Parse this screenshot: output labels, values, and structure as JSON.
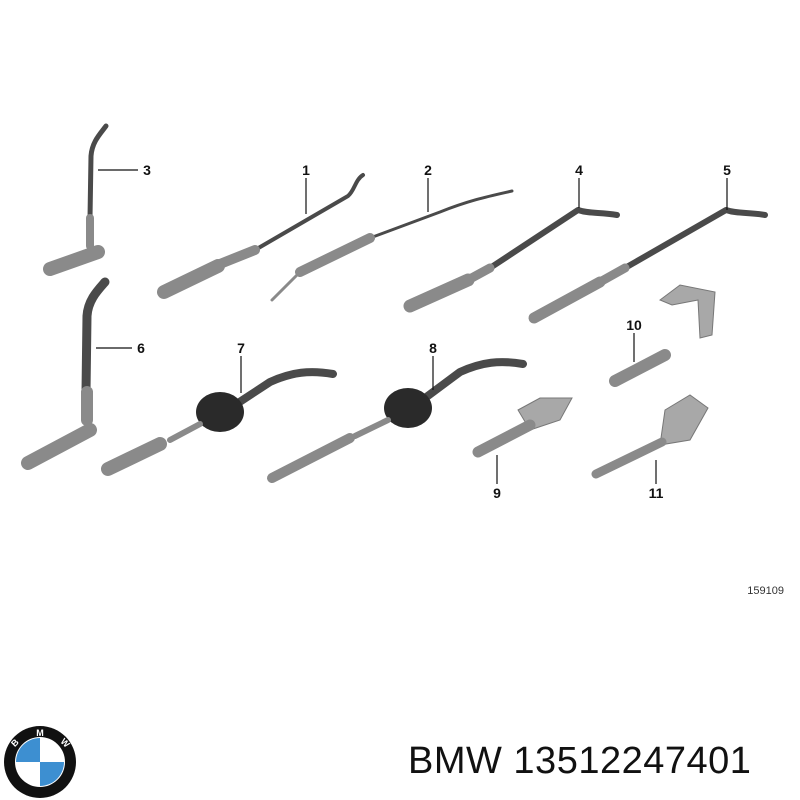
{
  "diagram": {
    "callouts": [
      "1",
      "2",
      "3",
      "4",
      "5",
      "6",
      "7",
      "8",
      "9",
      "10",
      "11"
    ],
    "reference_number": "159109"
  },
  "footer": {
    "brand": "BMW",
    "part_number": "BMW 13512247401",
    "logo_letters": "BMW",
    "colors": {
      "logo_blue": "#3d8fd1",
      "logo_ring": "#111111",
      "cable": "#4a4a4a",
      "sleeve": "#8a8a8a"
    }
  }
}
